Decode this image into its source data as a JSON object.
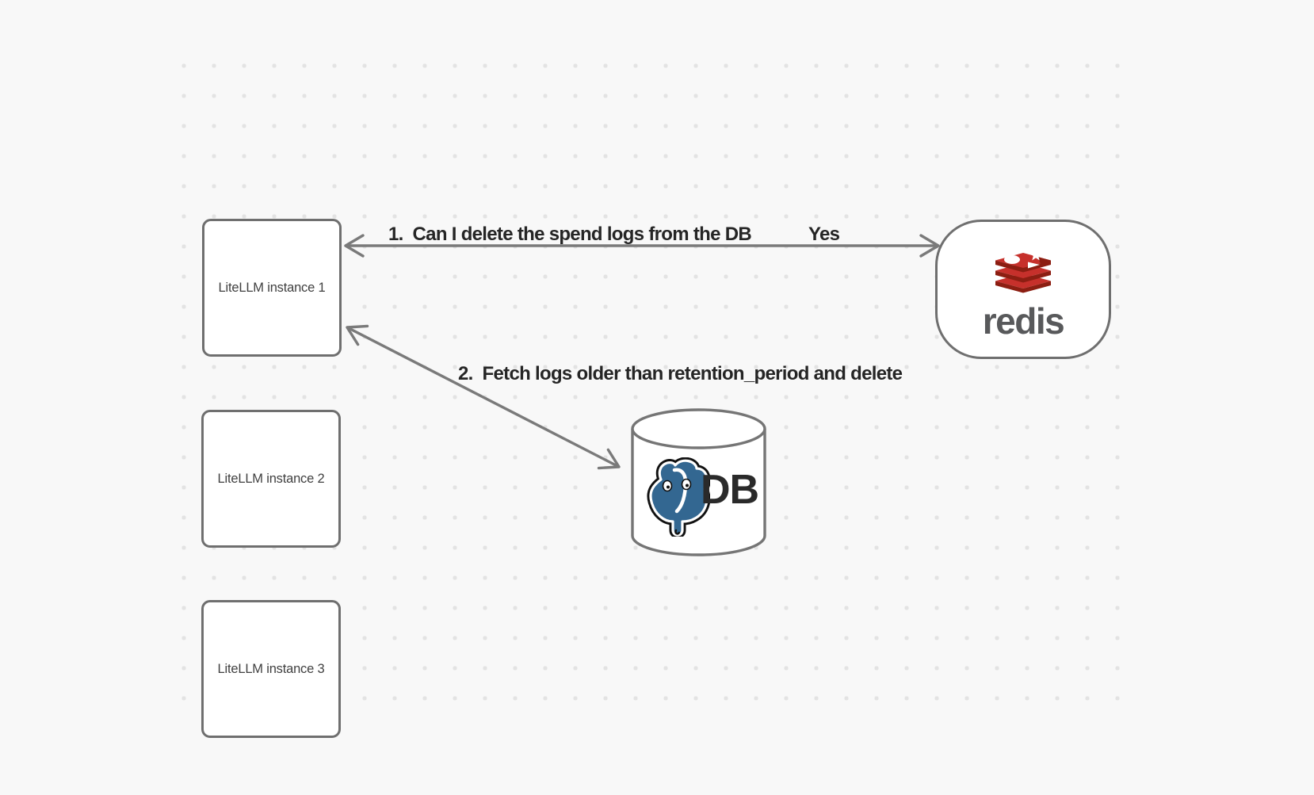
{
  "diagram": {
    "background_color": "#f8f8f8",
    "dot_color": "#e3e3e3",
    "nodes": {
      "instance1": {
        "label": "LiteLLM instance 1"
      },
      "instance2": {
        "label": "LiteLLM instance 2"
      },
      "instance3": {
        "label": "LiteLLM instance 3"
      },
      "redis": {
        "label": "redis"
      },
      "database": {
        "label": "DB"
      }
    },
    "edges": {
      "redis_question": {
        "label": "1.  Can I delete the spend logs from the DB",
        "reply": "Yes"
      },
      "db_fetch": {
        "label": "2.  Fetch logs older than retention_period and delete"
      }
    },
    "colors": {
      "shape_border": "#6f6f6f",
      "arrow": "#7a7a7a",
      "label_text": "#252525",
      "node_text": "#404040",
      "redis_red": "#C6302B",
      "redis_red_dark": "#8C1E12",
      "redis_wordmark": "#58595B",
      "postgres_blue": "#336791"
    }
  }
}
